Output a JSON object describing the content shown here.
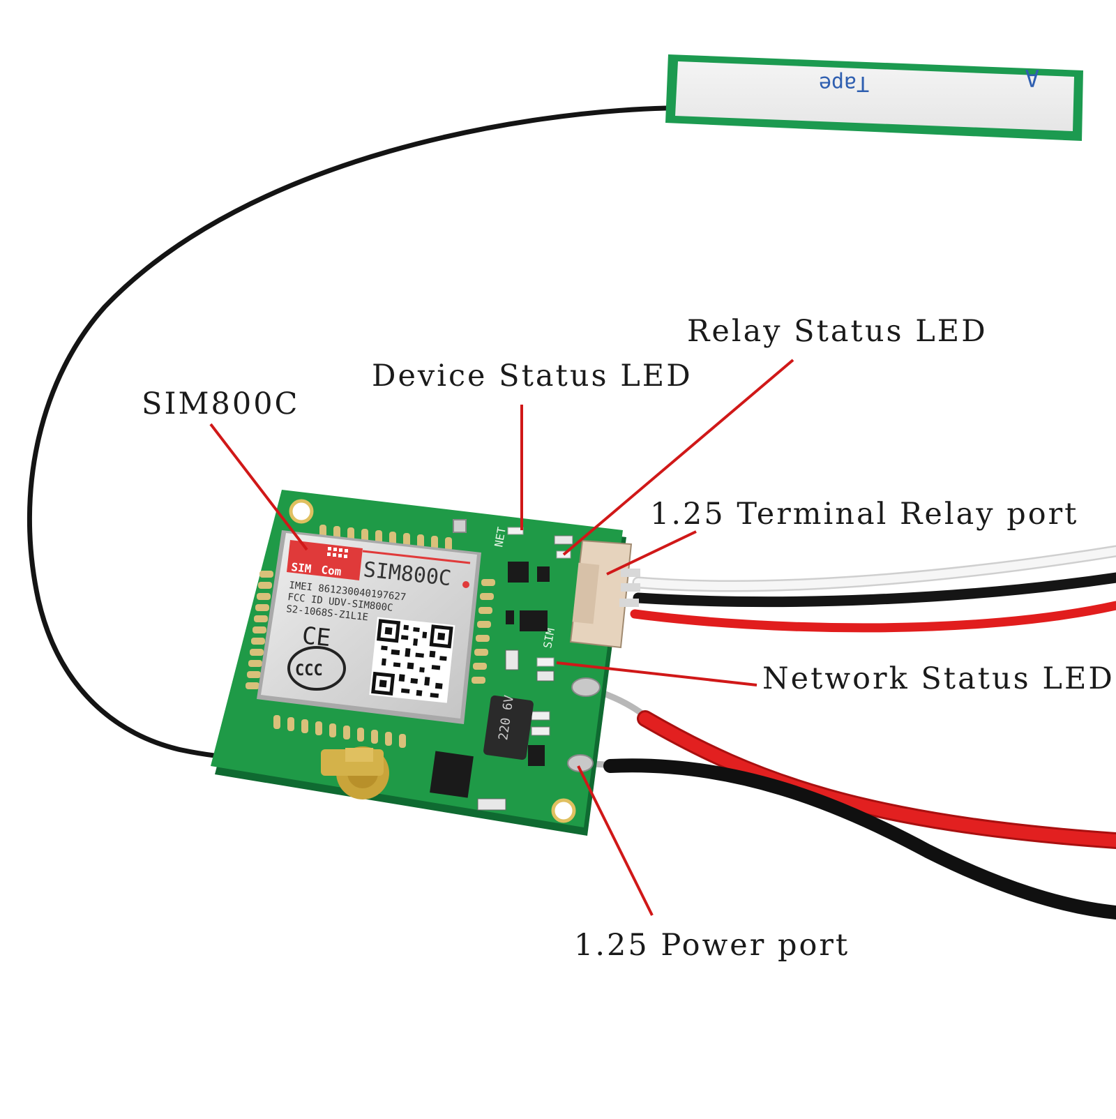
{
  "labels": {
    "relay_led": "Relay Status LED",
    "device_led": "Device Status LED",
    "module": "SIM800C",
    "relay_port": "1.25 Terminal Relay port",
    "network_led": "Network Status LED",
    "power_port": "1.25 Power port"
  },
  "antenna": {
    "tape_text": "Tape"
  },
  "module_can": {
    "brand": "SIMCom",
    "brand_parts": [
      "SIM",
      "Com"
    ],
    "model": "SIM800C",
    "imei": "IMEI 861230040197627",
    "fcc": "FCC ID UDV-SIM800C",
    "serial": "S2-1068S-Z1L1E",
    "ce_mark": "CE",
    "ccc_mark": "CCC"
  },
  "board_marks": {
    "inductor": "220 6V",
    "net": "NET",
    "sim_side": "SIM"
  },
  "colors": {
    "pcb": "#1f9a47",
    "annotation": "#d01818",
    "wire_red": "#e02020",
    "wire_black": "#141414",
    "wire_white": "#f4f4f4"
  },
  "icons": [
    "antenna-icon",
    "qr-code-icon",
    "ce-mark-icon",
    "ccc-mark-icon",
    "ufl-connector-icon",
    "jst-connector-icon"
  ]
}
